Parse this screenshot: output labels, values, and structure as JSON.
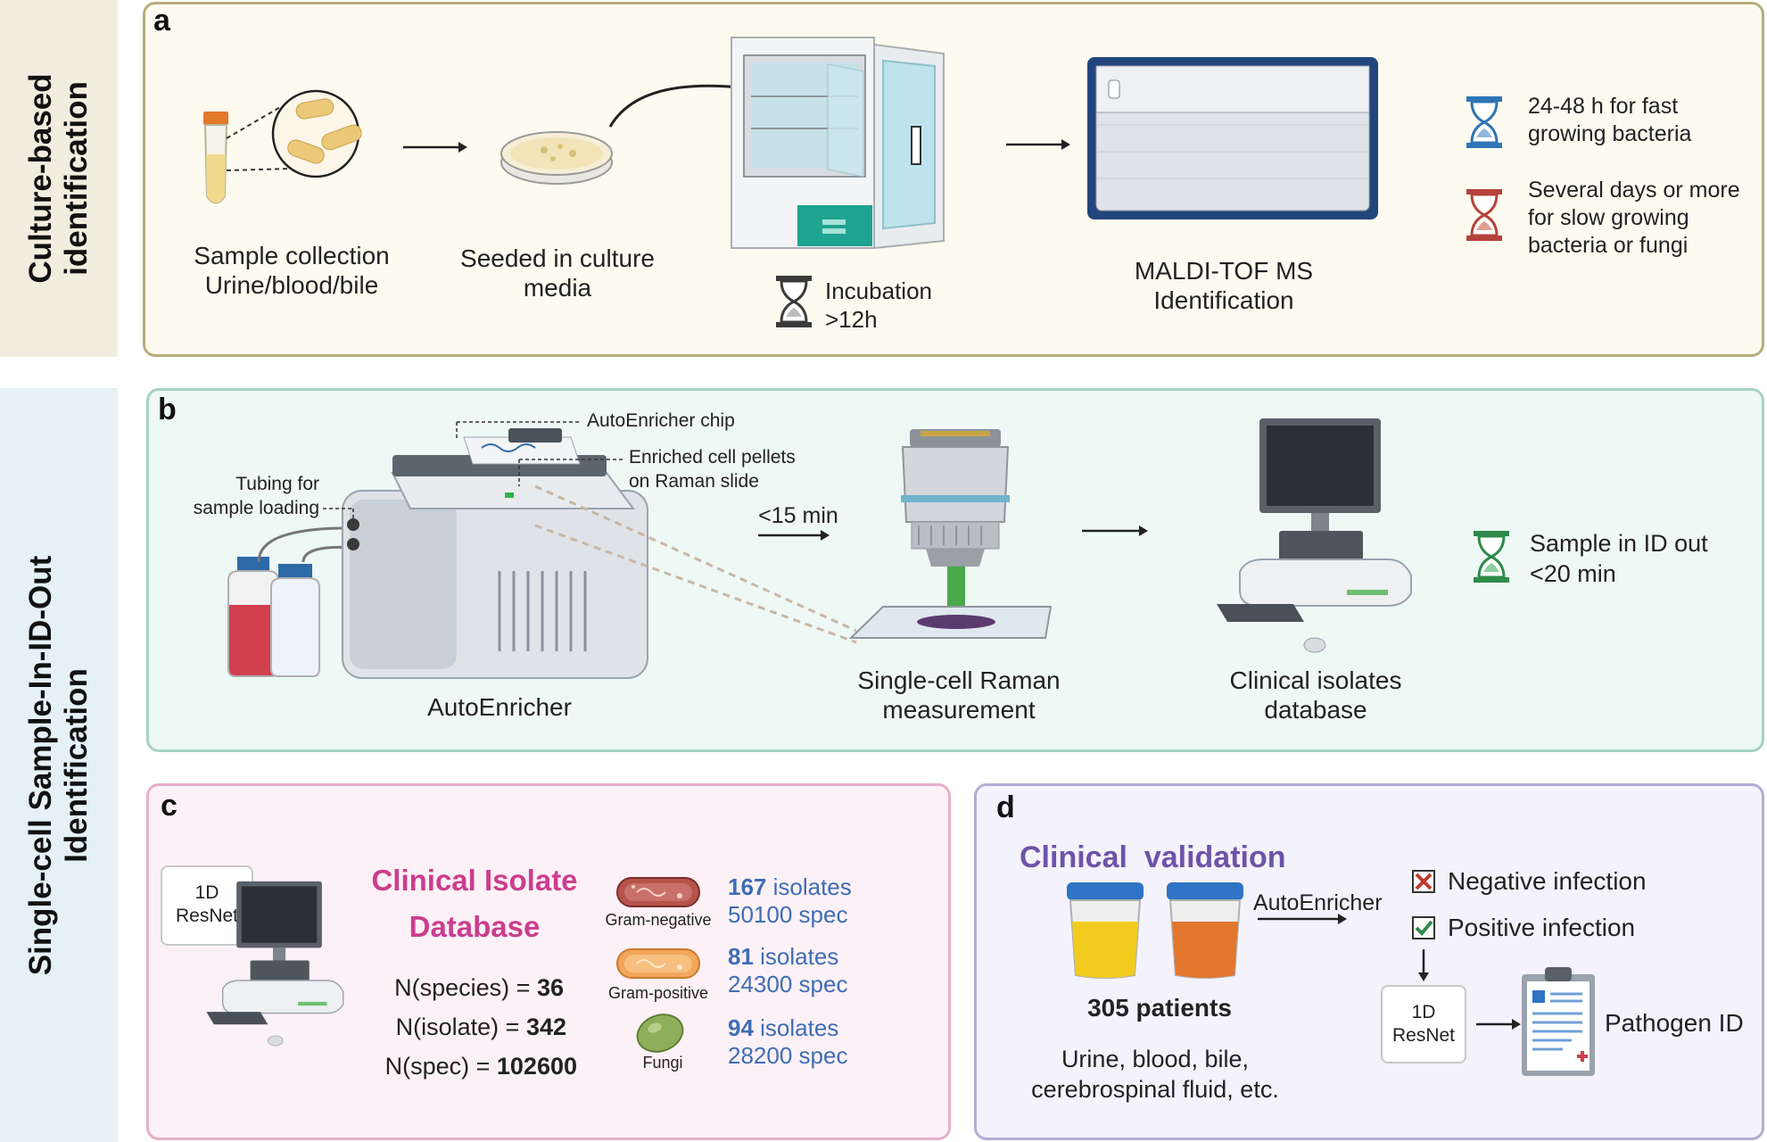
{
  "sidebar": {
    "culture_label": "Culture-based\nidentification",
    "single_cell_label": "Single-cell Sample-In-ID-Out\nIdentification"
  },
  "panel_a": {
    "letter": "a",
    "sample_collection": "Sample collection\nUrine/blood/bile",
    "seeded": "Seeded in culture\nmedia",
    "incubation": "Incubation\n>12h",
    "maldi": "MALDI-TOF MS\nIdentification",
    "legend_fast": "24-48 h for fast\ngrowing bacteria",
    "legend_slow": "Several days or more\nfor slow growing\nbacteria or fungi"
  },
  "panel_b": {
    "letter": "b",
    "chip": "AutoEnricher chip",
    "pellets": "Enriched cell pellets\non Raman slide",
    "tubing": "Tubing for\nsample loading",
    "time": "<15 min",
    "autoenricher": "AutoEnricher",
    "raman": "Single-cell Raman\nmeasurement",
    "database": "Clinical isolates\ndatabase",
    "sample_id": "Sample in ID out\n<20 min"
  },
  "panel_c": {
    "letter": "c",
    "resnet": "1D\nResNet",
    "title_line1": "Clinical Isolate",
    "title_line2": "Database",
    "species_label": "N(species) = ",
    "species_value": "36",
    "isolate_label": "N(isolate) = ",
    "isolate_value": "342",
    "spec_label": "N(spec) = ",
    "spec_value": "102600",
    "groups": [
      {
        "name": "Gram-negative",
        "count": "167",
        "unit": " isolates",
        "spec": "50100 spec"
      },
      {
        "name": "Gram-positive",
        "count": "81",
        "unit": " isolates",
        "spec": "24300 spec"
      },
      {
        "name": "Fungi",
        "count": "94",
        "unit": " isolates",
        "spec": "28200 spec"
      }
    ]
  },
  "panel_d": {
    "letter": "d",
    "title": "Clinical  validation",
    "autoenricher": "AutoEnricher",
    "negative": "Negative infection",
    "positive": "Positive infection",
    "patients": "305 patients",
    "fluids": "Urine, blood, bile,\ncerebrospinal fluid, etc.",
    "resnet": "1D\nResNet",
    "pathogen": "Pathogen ID"
  },
  "colors": {
    "hourglass_grey": "#3a3a3a",
    "hourglass_blue": "#2f74b5",
    "hourglass_red": "#b5423a",
    "hourglass_green": "#2e8a4a",
    "pink_title": "#cc3d8e",
    "purple_title": "#6d54a8",
    "isolate_blue": "#3f6db4"
  }
}
